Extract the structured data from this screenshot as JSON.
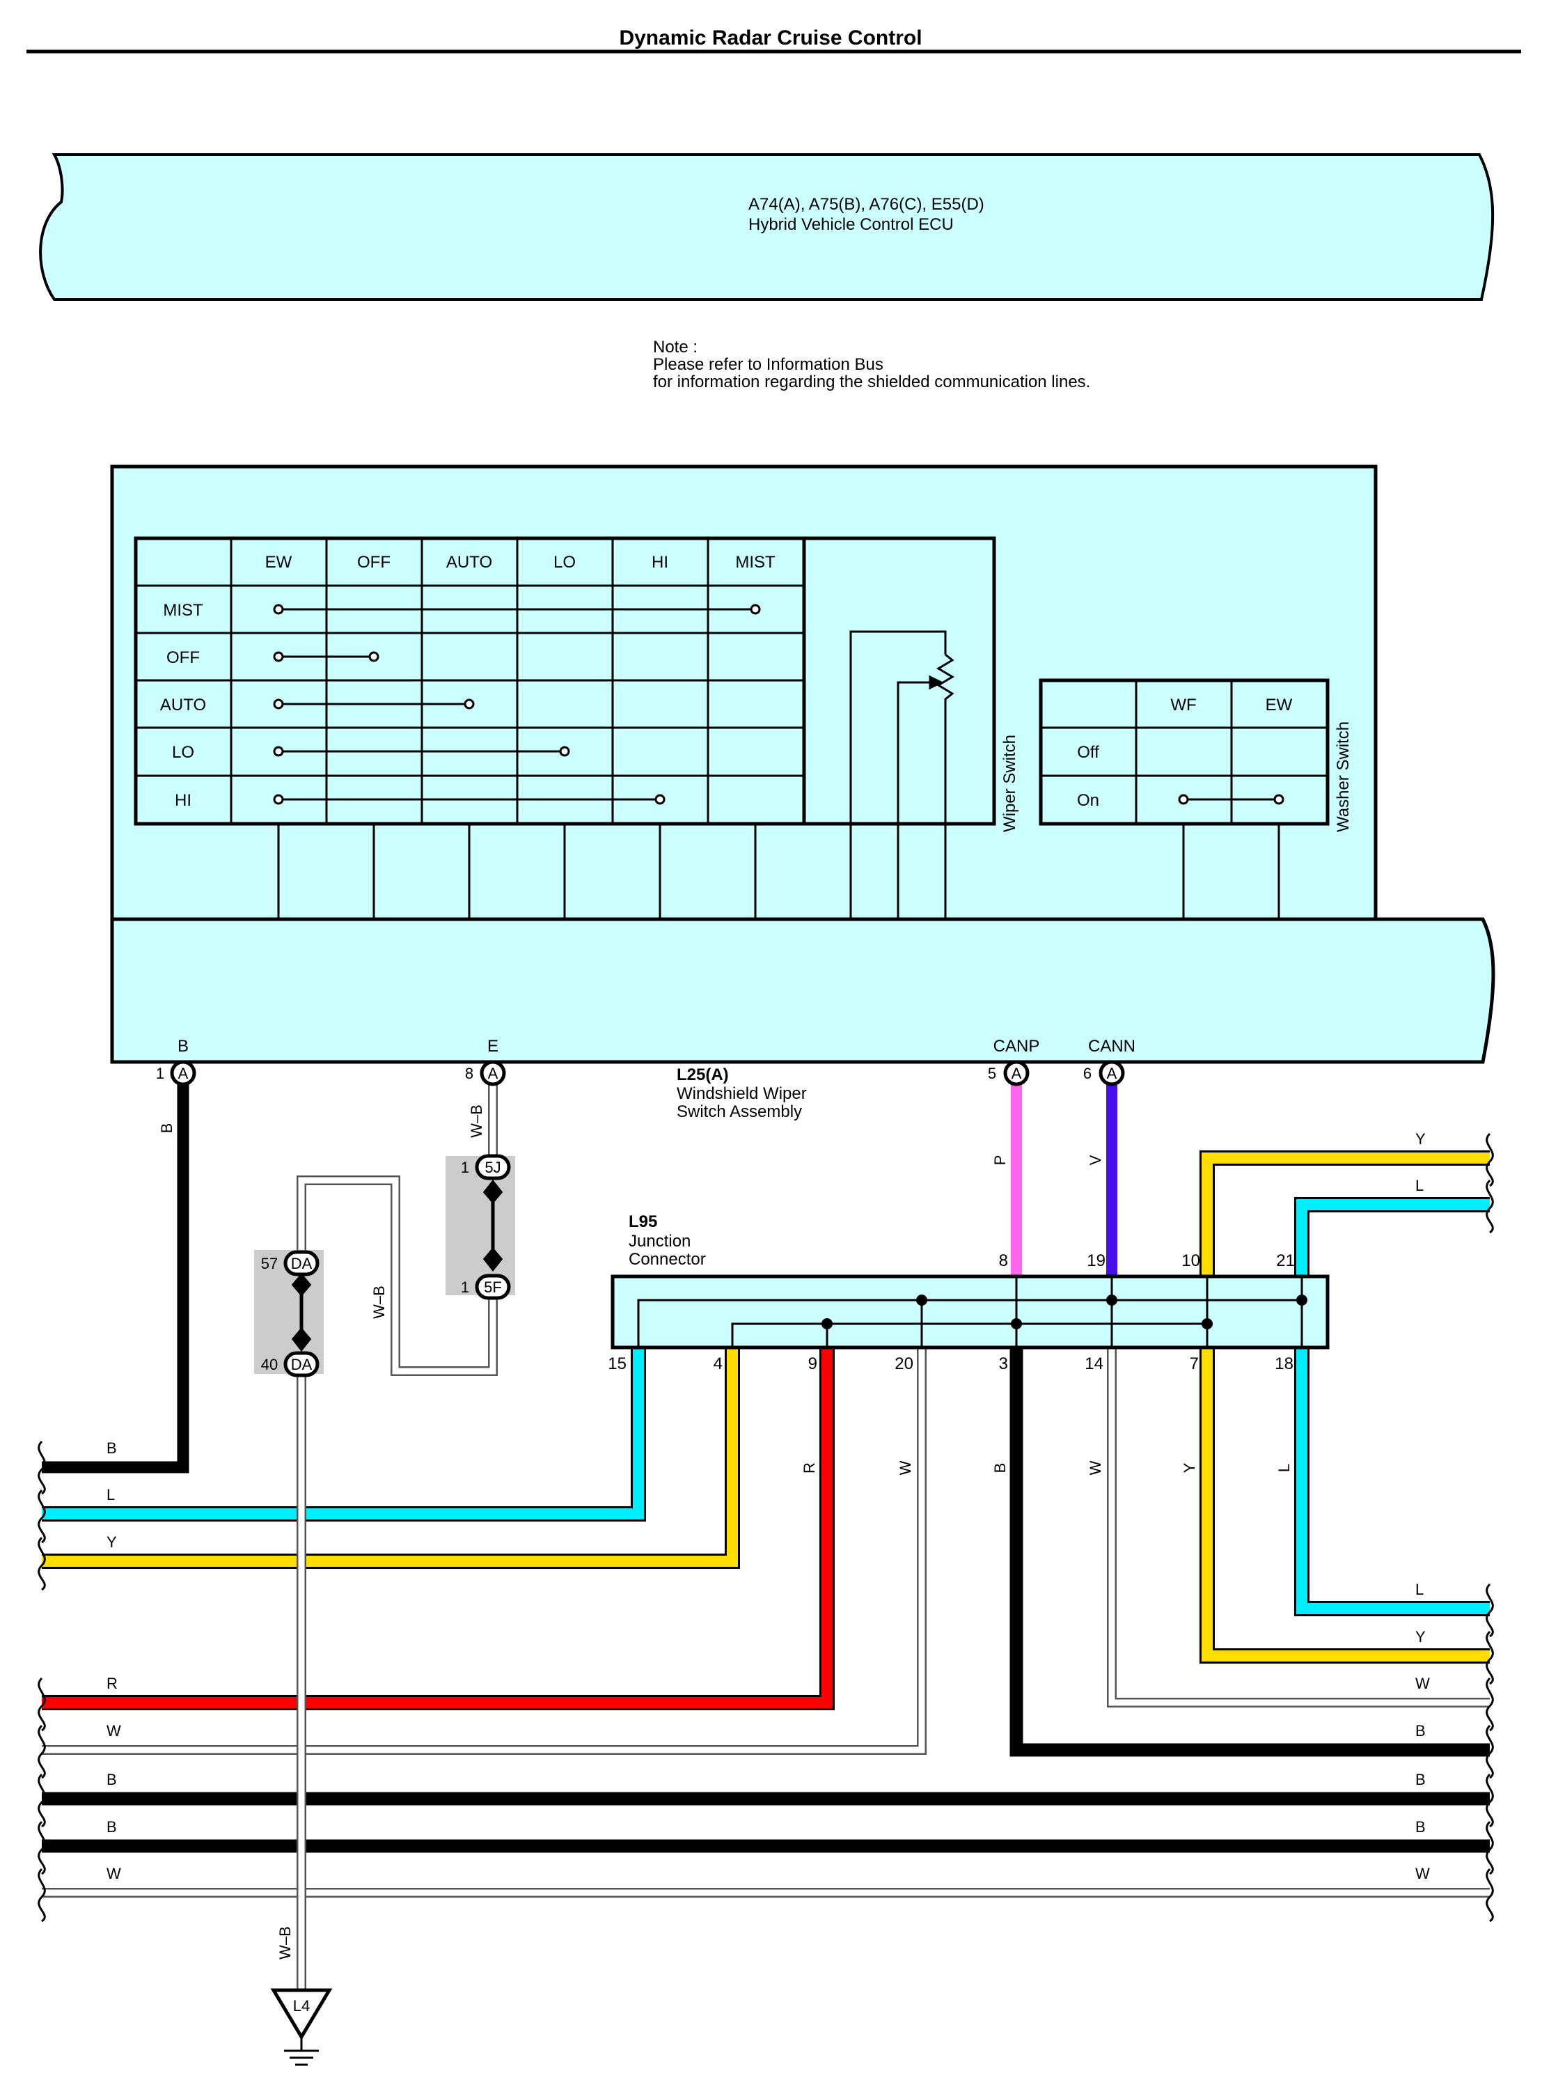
{
  "title": "Dynamic Radar Cruise Control",
  "ecu": {
    "code": "A74(A), A75(B), A76(C), E55(D)",
    "name": "Hybrid Vehicle Control ECU"
  },
  "note": {
    "line1": "Note :",
    "line2": "Please refer to Information Bus",
    "line3": "for information regarding the shielded communication lines."
  },
  "wiper_table": {
    "columns": [
      "EW",
      "OFF",
      "AUTO",
      "LO",
      "HI",
      "MIST"
    ],
    "rows": [
      "MIST",
      "OFF",
      "AUTO",
      "LO",
      "HI"
    ],
    "side_label": "Wiper Switch"
  },
  "washer_table": {
    "columns": [
      "WF",
      "EW"
    ],
    "rows": [
      "Off",
      "On"
    ],
    "side_label": "Washer Switch"
  },
  "switch_assembly": {
    "code": "L25(A)",
    "line1": "Windshield Wiper",
    "line2": "Switch Assembly"
  },
  "terminals": {
    "t1": {
      "name": "B",
      "pin": "1",
      "conn": "A"
    },
    "t8": {
      "name": "E",
      "pin": "8",
      "conn": "A"
    },
    "t5": {
      "name": "CANP",
      "pin": "5",
      "conn": "A"
    },
    "t6": {
      "name": "CANN",
      "pin": "6",
      "conn": "A"
    }
  },
  "junction": {
    "code": "L95",
    "line1": "Junction",
    "line2": "Connector",
    "top_pins": [
      "8",
      "19",
      "10",
      "21"
    ],
    "bottom_pins": [
      "15",
      "4",
      "9",
      "20",
      "3",
      "14",
      "7",
      "18"
    ]
  },
  "connectors": {
    "c5j": {
      "pin": "1",
      "label": "5J"
    },
    "c5f": {
      "pin": "1",
      "label": "5F"
    },
    "cda1": {
      "pin": "57",
      "label": "DA"
    },
    "cda2": {
      "pin": "40",
      "label": "DA"
    }
  },
  "ground": {
    "label": "L4"
  },
  "wire_labels": {
    "b_vertical": "B",
    "wb_upper": "W–B",
    "wb_loop": "W–B",
    "wb_lower": "W–B",
    "p": "P",
    "v": "V",
    "j9": "R",
    "j20": "W",
    "j3": "B",
    "j14": "W",
    "j7": "Y",
    "j18": "L"
  },
  "left_leads": [
    "B",
    "L",
    "Y",
    "R",
    "W",
    "B",
    "B",
    "W"
  ],
  "right_leads": [
    "Y",
    "L",
    "L",
    "Y",
    "W",
    "B",
    "B",
    "B",
    "W"
  ],
  "colors": {
    "module_fill": "#ccffff",
    "black": "#000000",
    "cyan": "#00eeff",
    "yellow": "#ffdd00",
    "red": "#ff0000",
    "pink": "#ff66ee",
    "violet": "#4411ee",
    "connector_grey": "#cccccc"
  }
}
